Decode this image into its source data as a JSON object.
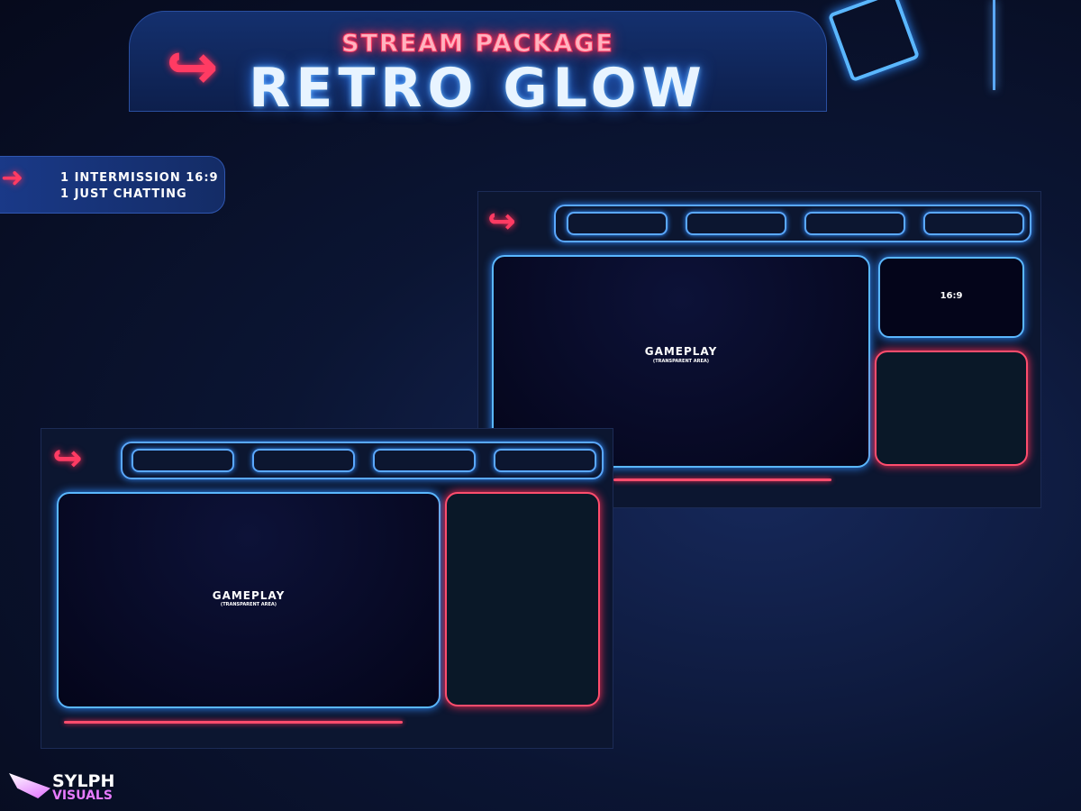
{
  "header": {
    "subtitle": "STREAM PACKAGE",
    "title": "RETRO GLOW"
  },
  "info": {
    "line1": "1 INTERMISSION 16:9",
    "line2": "1 JUST CHATTING"
  },
  "scene_intermission": {
    "gameplay": "GAMEPLAY",
    "gameplay_note": "(TRANSPARENT AREA)",
    "camera": "16:9"
  },
  "scene_chatting": {
    "gameplay": "GAMEPLAY",
    "gameplay_note": "(TRANSPARENT AREA)"
  },
  "brand": {
    "line1": "SYLPH",
    "line2": "VISUALS"
  },
  "colors": {
    "neon_blue": "#5ab7ff",
    "neon_red": "#ff4d6d",
    "brand_pink": "#e77bff"
  }
}
